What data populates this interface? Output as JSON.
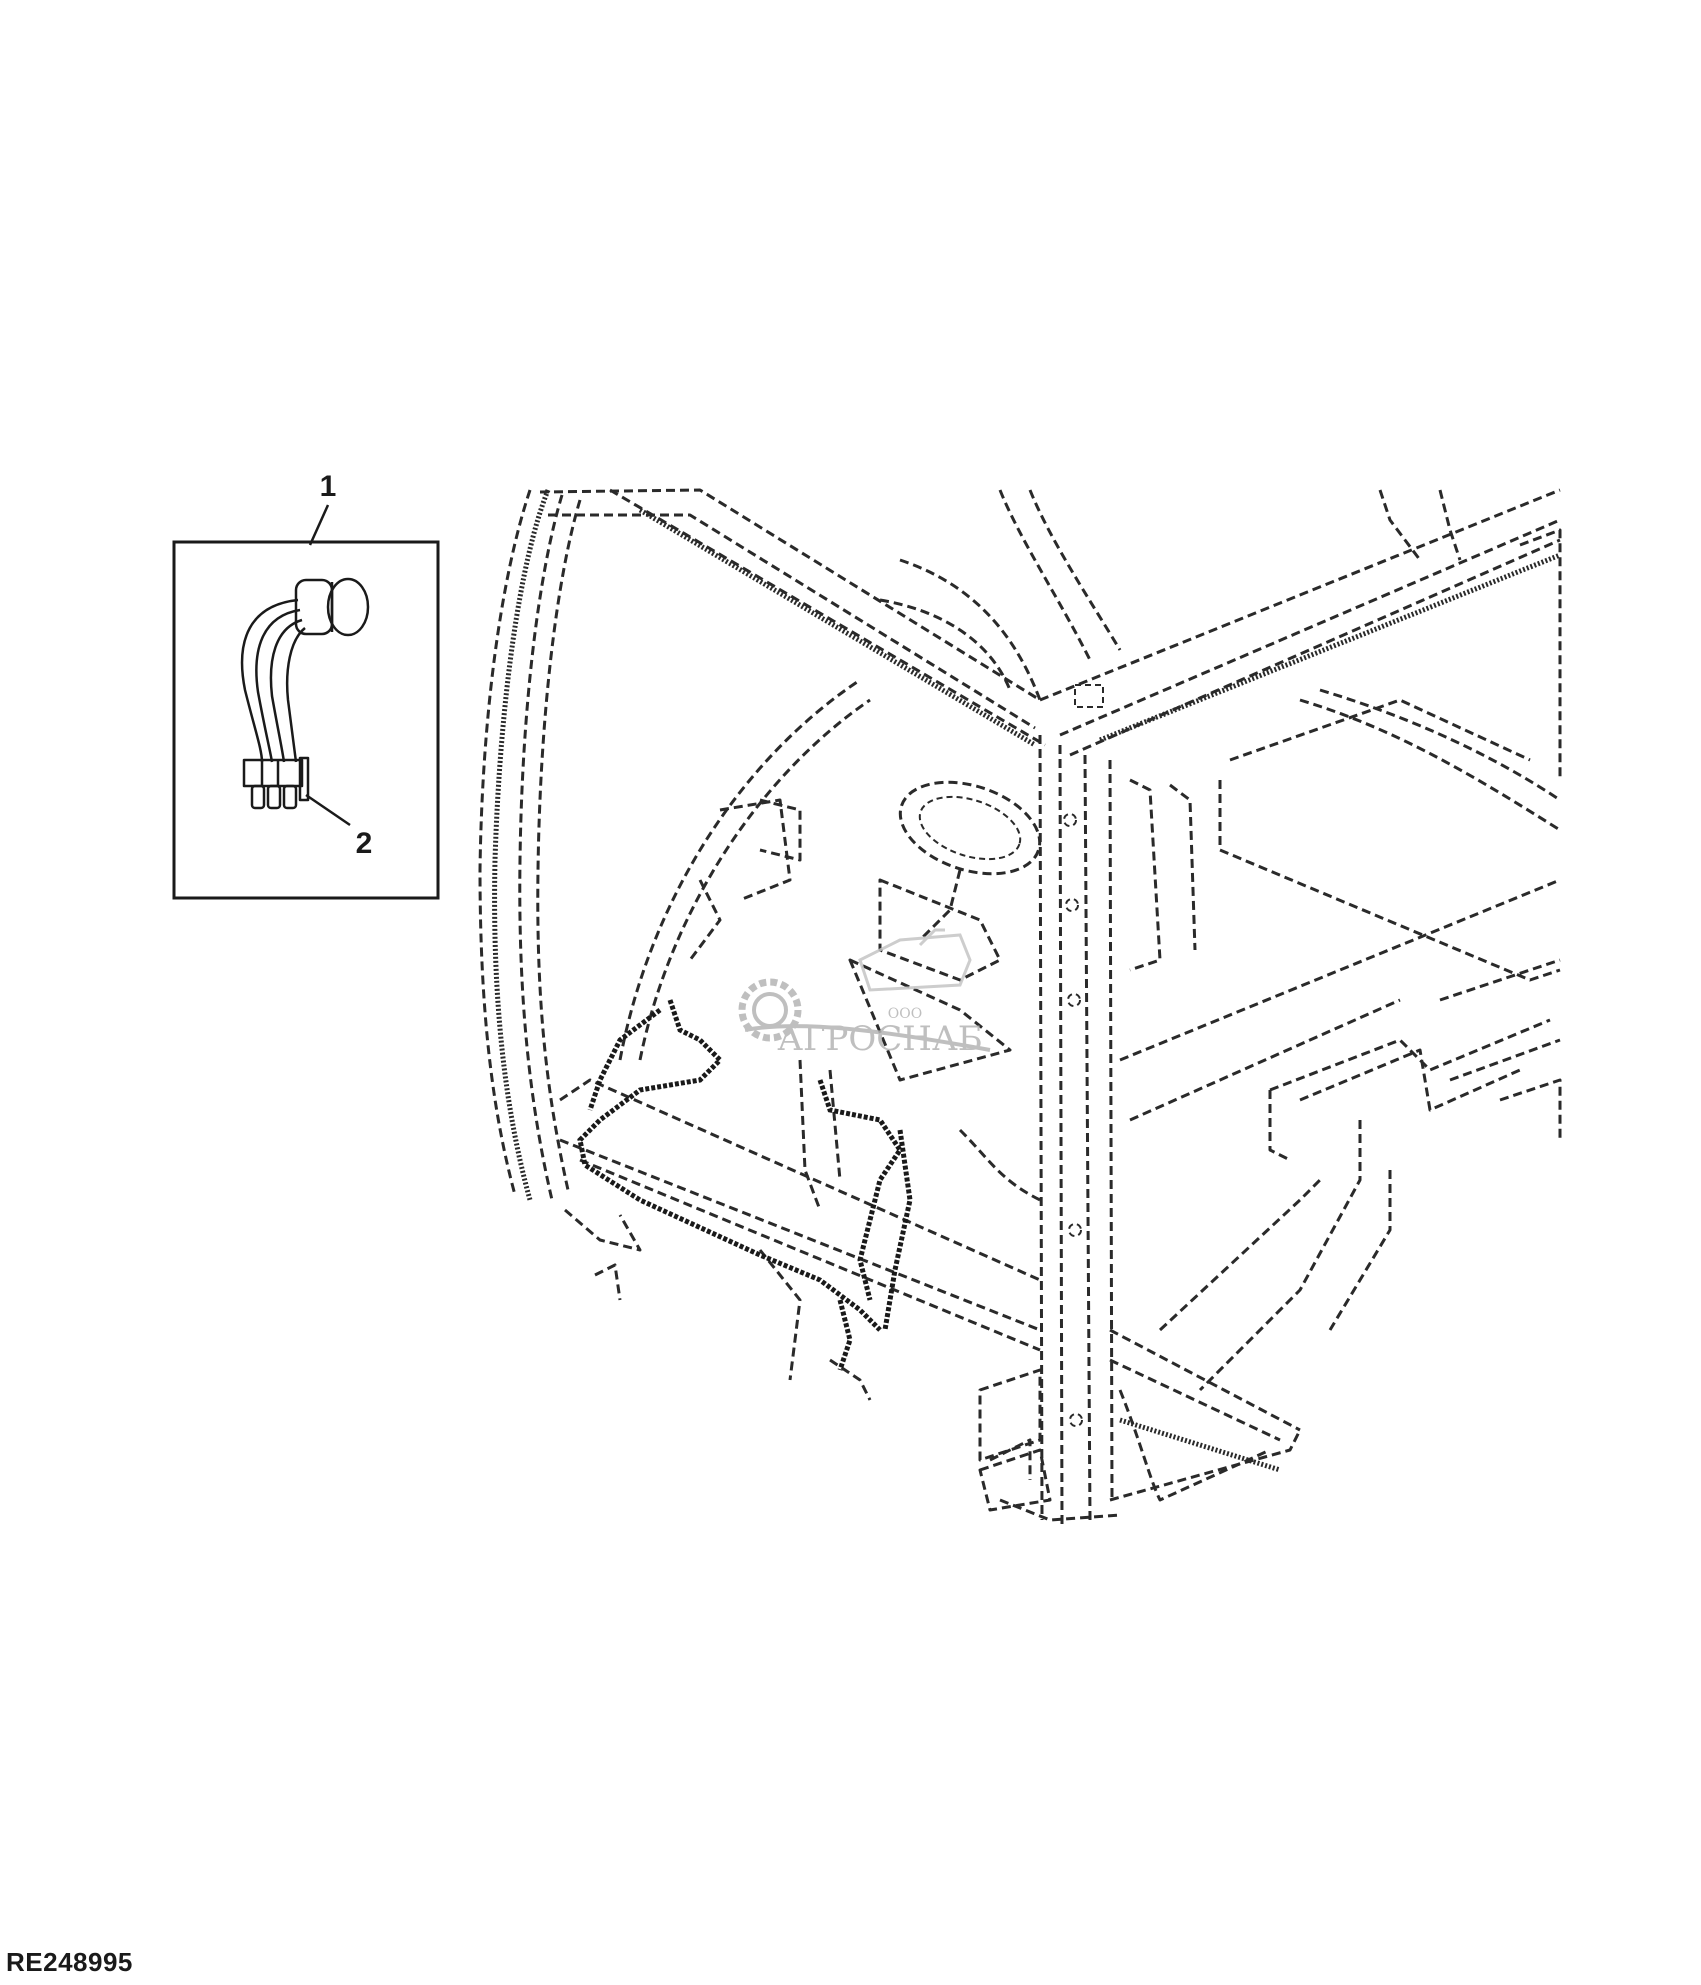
{
  "figure": {
    "id_label": "RE248995"
  },
  "callouts": [
    {
      "number": "1"
    },
    {
      "number": "2"
    }
  ],
  "watermark": {
    "small_text": "ООО",
    "main_text": "АГРОСНАБ"
  },
  "colors": {
    "line": "#1a1a1a",
    "background": "#ffffff",
    "watermark": "#b5b5b5"
  }
}
